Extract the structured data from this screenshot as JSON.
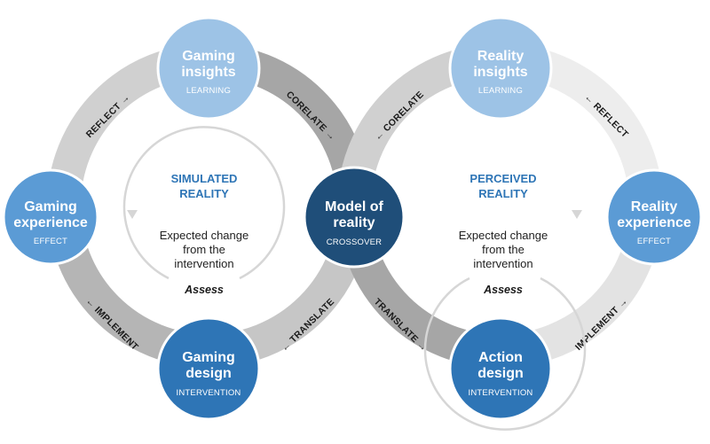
{
  "nodes": {
    "gaming_insights": {
      "title": [
        "Gaming",
        "insights"
      ],
      "sub": "LEARNING",
      "color": "#9dc3e6"
    },
    "gaming_experience": {
      "title": [
        "Gaming",
        "experience"
      ],
      "sub": "EFFECT",
      "color": "#5b9bd5"
    },
    "gaming_design": {
      "title": [
        "Gaming",
        "design"
      ],
      "sub": "INTERVENTION",
      "color": "#2e75b6"
    },
    "model_of_reality": {
      "title": [
        "Model of",
        "reality"
      ],
      "sub": "CROSSOVER",
      "color": "#1f4e79"
    },
    "reality_insights": {
      "title": [
        "Reality",
        "insights"
      ],
      "sub": "LEARNING",
      "color": "#9dc3e6"
    },
    "reality_experience": {
      "title": [
        "Reality",
        "experience"
      ],
      "sub": "EFFECT",
      "color": "#5b9bd5"
    },
    "action_design": {
      "title": [
        "Action",
        "design"
      ],
      "sub": "INTERVENTION",
      "color": "#2e75b6"
    }
  },
  "ring_labels": {
    "left_reflect": "REFLECT →",
    "left_corelate": "CORELATE →",
    "left_translate": "← TRANSLATE",
    "left_implement": "← IMPLEMENT",
    "right_corelate": "← CORELATE",
    "right_reflect": "← REFLECT",
    "right_translate": "TRANSLATE →",
    "right_implement": "IMPLEMENT →"
  },
  "centers": {
    "left": {
      "title": [
        "SIMULATED",
        "REALITY"
      ],
      "body": [
        "Expected change",
        "from the",
        "intervention"
      ],
      "assess": "Assess"
    },
    "right": {
      "title": [
        "PERCEIVED",
        "REALITY"
      ],
      "body": [
        "Expected change",
        "from the",
        "intervention"
      ],
      "assess": "Assess"
    }
  },
  "colors": {
    "ring_light": "#d9d9d9",
    "ring_mid": "#bfbfbf",
    "ring_dark": "#a6a6a6",
    "ring_lightest": "#ededed",
    "accent_blue": "#2e75b6"
  }
}
